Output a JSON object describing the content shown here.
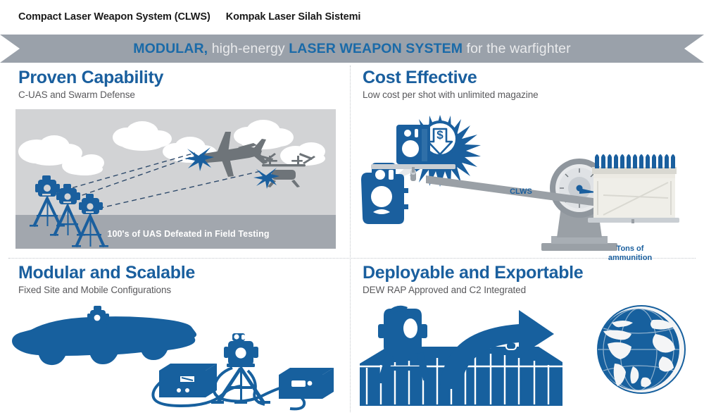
{
  "header": {
    "title_en": "Compact Laser Weapon System (CLWS)",
    "title_tr": "Kompak Laser Silah Sistemi"
  },
  "banner": {
    "word1": "MODULAR,",
    "mid1": " high-energy ",
    "word2": "LASER WEAPON SYSTEM",
    "mid2": " for the warfighter",
    "bg_color": "#9aa1aa",
    "accent_color": "#1a6aa8",
    "text_color": "#e9eaec"
  },
  "colors": {
    "brand_blue": "#1a5f9e",
    "deep_blue": "#17609e",
    "subtitle_gray": "#59595c",
    "sky_gray": "#d2d3d5",
    "ground_gray": "#a2a7ae",
    "scale_gray": "#9aa0a6"
  },
  "quadrants": [
    {
      "title": "Proven Capability",
      "subtitle": "C-UAS and Swarm Defense",
      "caption": "100's of UAS Defeated in Field Testing"
    },
    {
      "title": "Cost Effective",
      "subtitle": "Low cost per shot with unlimited magazine",
      "scale_left_label": "CLWS",
      "scale_right_label": "Tons of\nammunition",
      "cost_symbol": "$"
    },
    {
      "title": "Modular and Scalable",
      "subtitle": "Fixed Site and Mobile Configurations"
    },
    {
      "title": "Deployable and Exportable",
      "subtitle": "DEW RAP Approved and C2 Integrated"
    }
  ]
}
